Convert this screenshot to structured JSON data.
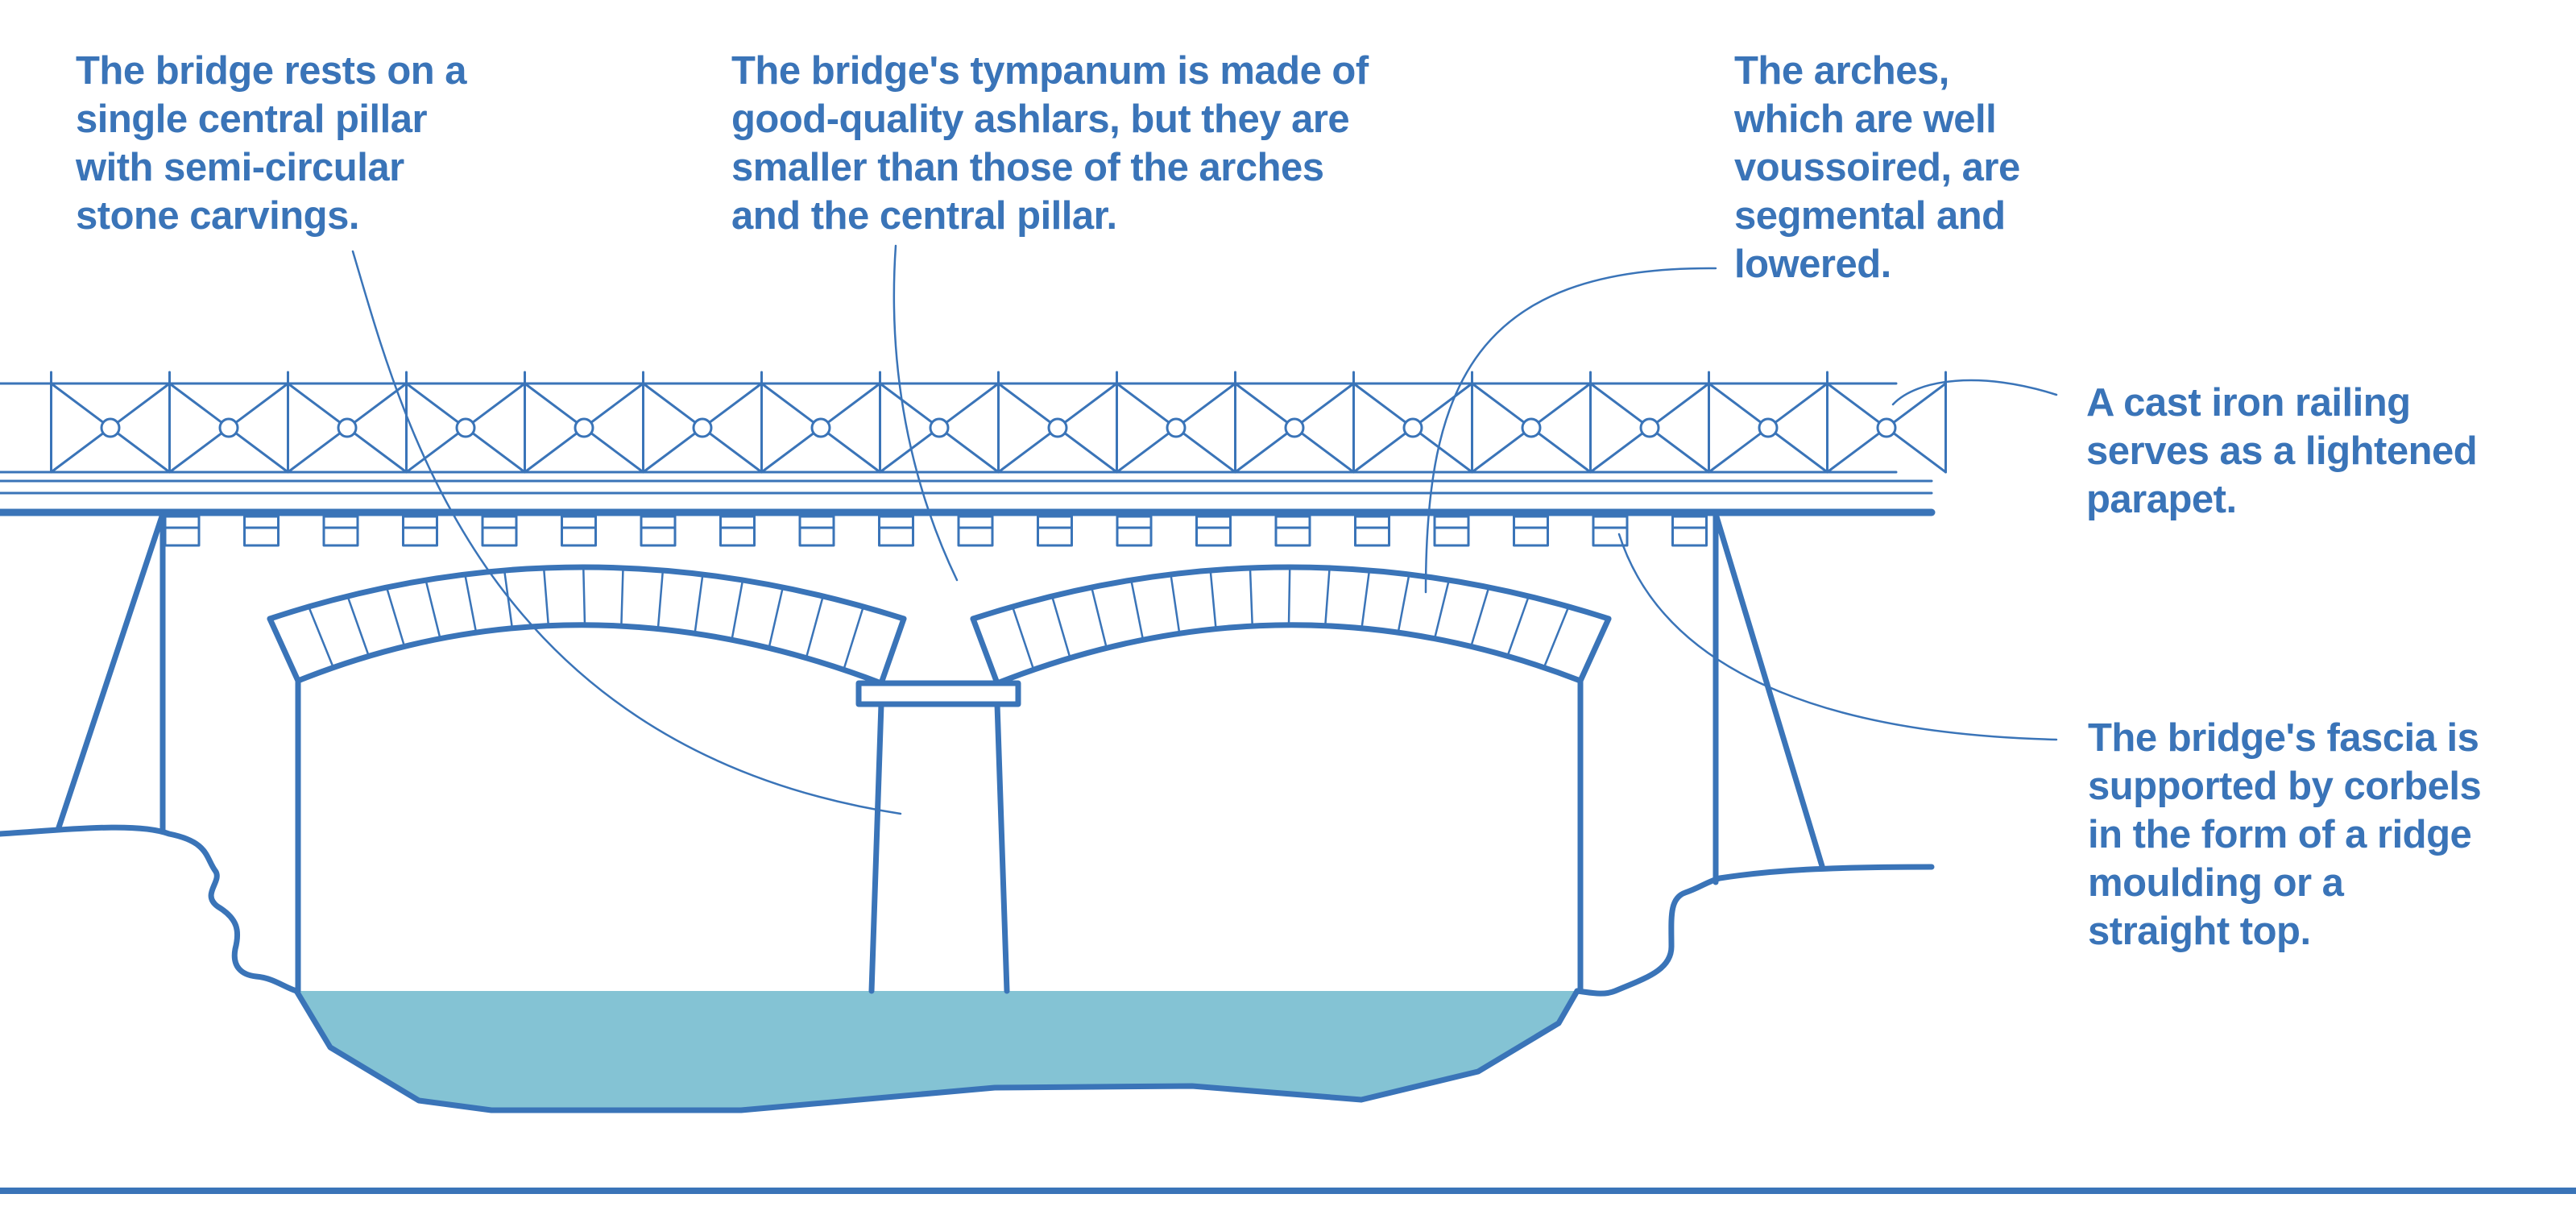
{
  "colors": {
    "line": "#3a74b8",
    "water": "#84c3d4",
    "text": "#3a74b8"
  },
  "annotations": {
    "pillar": "The bridge rests on a\nsingle central pillar\nwith semi-circular\nstone carvings.",
    "tympanum": "The bridge's tympanum is made of\ngood-quality ashlars, but they are\nsmaller than those of the arches\nand the central pillar.",
    "arches": "The arches,\nwhich are well\nvoussoired, are\nsegmental and\nlowered.",
    "railing": "A cast iron railing\nserves as a lightened\nparapet.",
    "fascia": "The bridge's fascia is\nsupported by corbels\nin the form of a ridge\nmoulding or a\nstraight top."
  }
}
